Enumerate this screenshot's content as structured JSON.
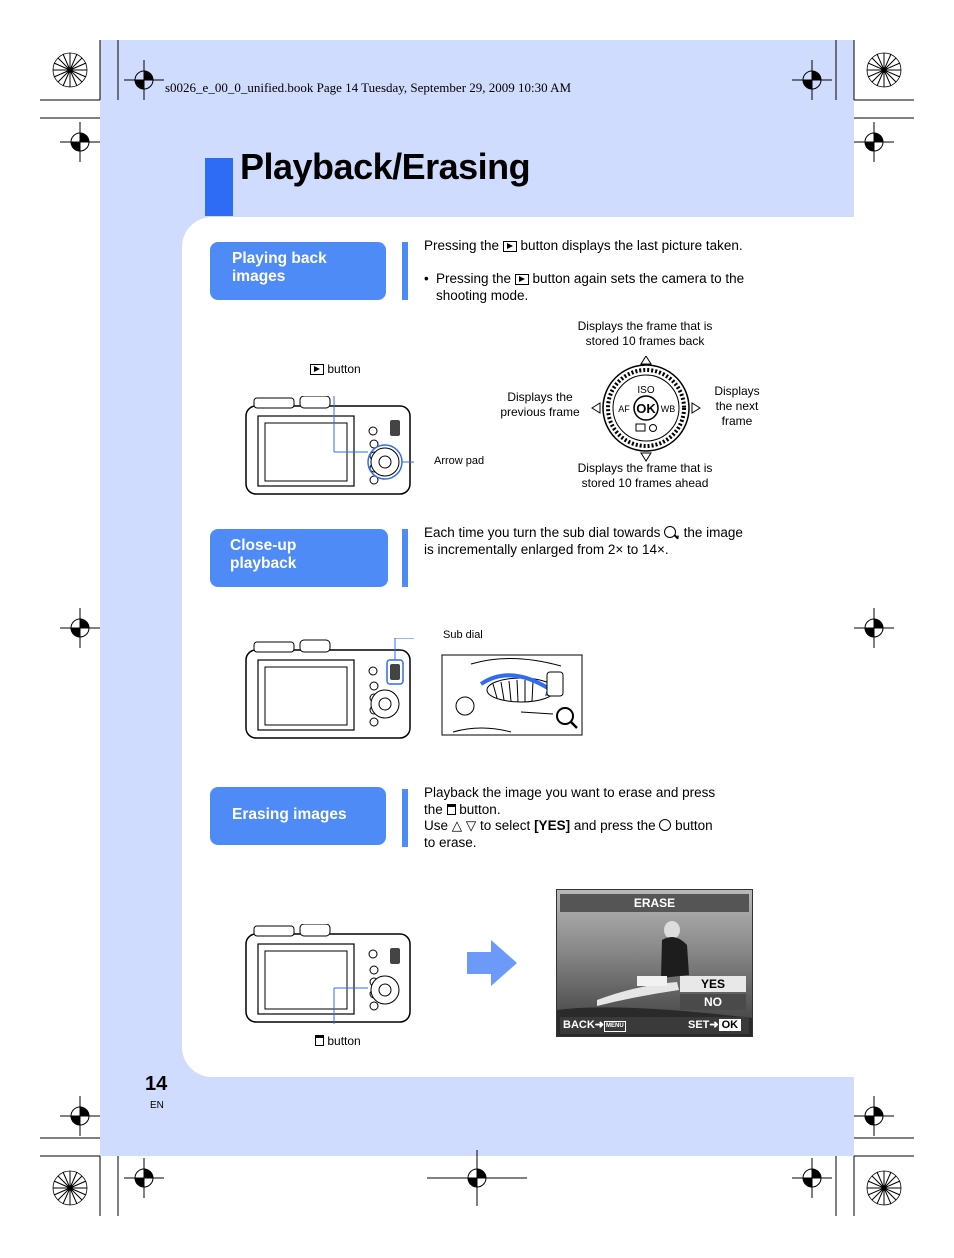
{
  "header": {
    "book_line": "s0026_e_00_0_unified.book  Page 14  Tuesday, September 29, 2009  10:30 AM"
  },
  "page": {
    "title": "Playback/Erasing",
    "number": "14",
    "language": "EN"
  },
  "colors": {
    "accent": "#2e6cf6",
    "section_button": "#4f8bf7",
    "background": "#cfdcfd"
  },
  "sections": [
    {
      "label": "Playing back images",
      "label_line1": "Playing back",
      "label_line2": "images",
      "para1_pre": "Pressing the ",
      "para1_post": " button displays the last picture taken.",
      "bullet_pre": "Pressing the ",
      "bullet_post": " button again sets the camera to the shooting mode.",
      "bullet_mark": "•",
      "playback_button_label": "button",
      "arrow_pad_label": "Arrow pad",
      "dial_labels": {
        "top": "Displays the frame that is stored 10 frames back",
        "left": "Displays the previous frame",
        "right": "Displays the next frame",
        "bottom": "Displays the frame that is stored 10 frames ahead"
      },
      "dial_text": {
        "iso": "ISO",
        "af": "AF",
        "wb": "WB",
        "ok": "OK"
      }
    },
    {
      "label_line1": "Close-up",
      "label_line2": "playback",
      "para_pre": "Each time you turn the sub dial towards ",
      "para_post": ", the image is incrementally enlarged from 2× to 14×.",
      "sub_dial_label": "Sub dial"
    },
    {
      "label": "Erasing images",
      "para_line1": "Playback the image you want to erase and press",
      "para_line2_pre": "the ",
      "para_line2_post": " button.",
      "para_line3_pre": "Use ",
      "para_line3_mid": " to select ",
      "para_line3_bold": "[YES]",
      "para_line3_post": " and press the ",
      "para_line3_end": " button",
      "para_line4": "to erase.",
      "erase_button_label": "button",
      "screen": {
        "title": "ERASE",
        "yes": "YES",
        "no": "NO",
        "back": "BACK",
        "menu": "MENU",
        "set": "SET",
        "ok": "OK"
      }
    }
  ]
}
